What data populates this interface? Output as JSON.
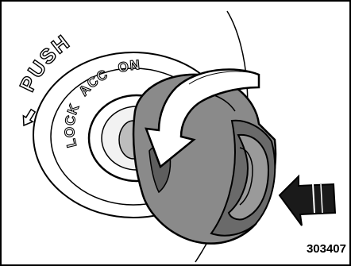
{
  "figure": {
    "push_label": "PUSH",
    "positions": [
      "LOCK",
      "ACC",
      "ON"
    ],
    "figure_number": "303407"
  },
  "icons": {
    "push_arrow": "arrow-left-icon",
    "rotation_arrow": "curved-arrow-icon",
    "insert_arrow": "arrow-left-block-icon"
  },
  "colors": {
    "line": "#000000",
    "key_fill": "#8a8a8a",
    "key_dark": "#5e5e5e",
    "background": "#ffffff"
  }
}
